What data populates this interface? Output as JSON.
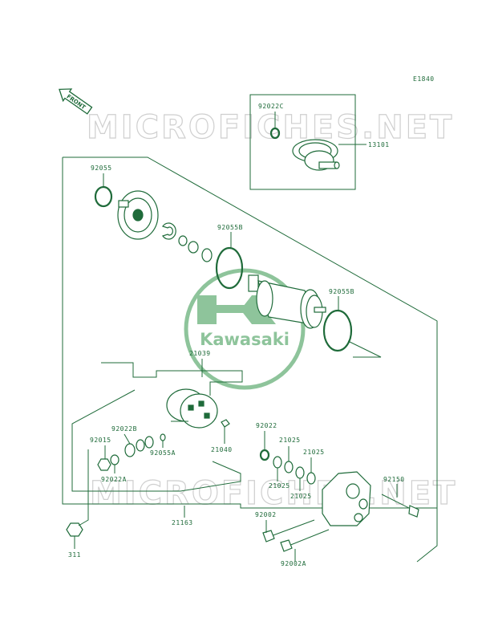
{
  "diagram_code": "E1840",
  "front_arrow": "FRONT",
  "watermark": "MICROFICHES.NET",
  "logo_text": "Kawasaki",
  "labels": {
    "p92022c": "92022C",
    "p13101": "13101",
    "p92055": "92055",
    "p92055b_top": "92055B",
    "p92055b_right": "92055B",
    "p21039": "21039",
    "p92022b": "92022B",
    "p92015": "92015",
    "p92022a": "92022A",
    "p92055a": "92055A",
    "p21040": "21040",
    "p92022": "92022",
    "p21025_a": "21025",
    "p21025_b": "21025",
    "p21025_c": "21025",
    "p21025_d": "21025",
    "p92150": "92150",
    "p21163": "21163",
    "p92002": "92002",
    "p92002a": "92002A",
    "p311": "311"
  },
  "colors": {
    "line": "#1f6b3a",
    "watermark": "#cfcfcf",
    "logo": "#8ec49b"
  }
}
